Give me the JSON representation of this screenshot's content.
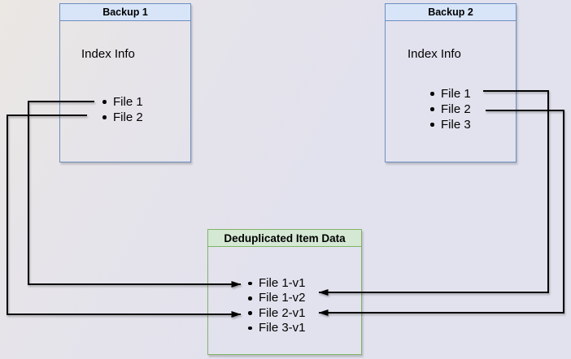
{
  "diagram": {
    "backup1": {
      "title": "Backup 1",
      "label": "Index Info",
      "files": [
        "File 1",
        "File 2"
      ]
    },
    "backup2": {
      "title": "Backup 2",
      "label": "Index Info",
      "files": [
        "File 1",
        "File 2",
        "File 3"
      ]
    },
    "dedup": {
      "title": "Deduplicated Item Data",
      "items": [
        "File 1-v1",
        "File 1-v2",
        "File 2-v1",
        "File 3-v1"
      ]
    },
    "connections": [
      {
        "from": "Backup 1 / File 1",
        "to": "File 1-v1"
      },
      {
        "from": "Backup 1 / File 2",
        "to": "File 2-v1"
      },
      {
        "from": "Backup 2 / File 1",
        "to": "File 1-v2"
      },
      {
        "from": "Backup 2 / File 2",
        "to": "File 2-v1"
      }
    ],
    "colors": {
      "blue_header_fill": "#d8e5f8",
      "blue_border": "#6c8ebf",
      "green_header_fill": "#d5e8d4",
      "green_border": "#82b366",
      "arrow": "#000000",
      "background_top_left": "#ebe7e3",
      "background": "#e2e2ee"
    }
  }
}
